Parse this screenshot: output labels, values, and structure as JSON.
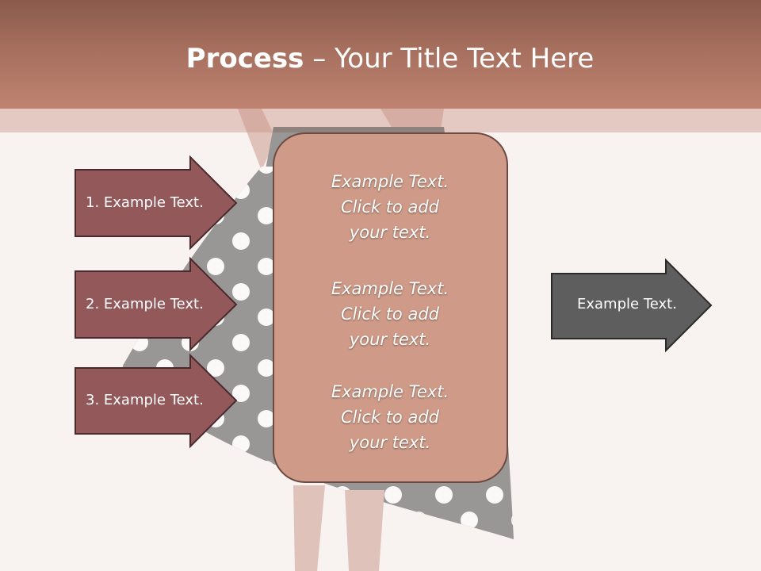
{
  "title": {
    "bold": "Process",
    "dash": " – ",
    "rest": "Your Title Text Here"
  },
  "left_arrows": [
    {
      "label": "1. Example Text."
    },
    {
      "label": "2. Example Text."
    },
    {
      "label": "3. Example Text."
    }
  ],
  "center_box": {
    "blocks": [
      {
        "line1": "Example Text.",
        "line2": "Click  to add",
        "line3": "your text."
      },
      {
        "line1": "Example Text.",
        "line2": "Click  to add",
        "line3": "your text."
      },
      {
        "line1": "Example Text.",
        "line2": "Click  to add",
        "line3": "your text."
      }
    ]
  },
  "right_arrow": {
    "label": "Example Text."
  },
  "colors": {
    "header": "#a66f5e",
    "left_arrow_fill": "#93585a",
    "center_box_fill": "#cf9b88",
    "right_arrow_fill": "#5e5e5e"
  }
}
